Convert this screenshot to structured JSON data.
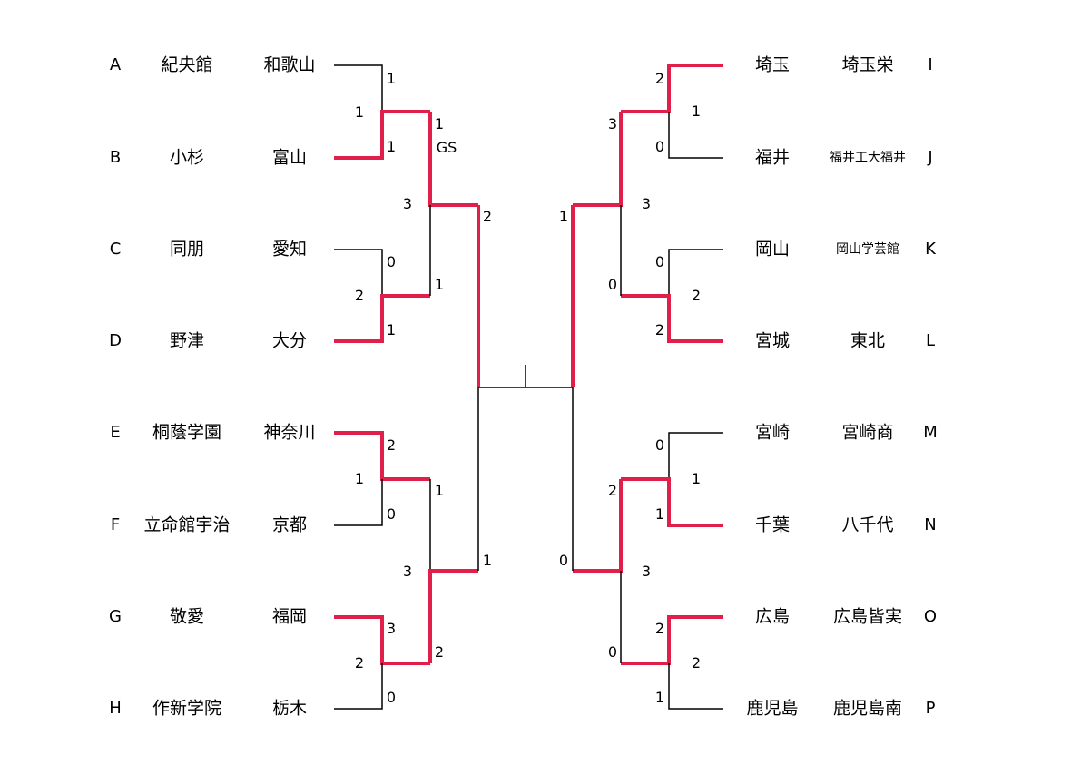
{
  "colors": {
    "winner": "#e0204a",
    "line": "#000000"
  },
  "left_teams": [
    {
      "letter": "A",
      "school": "紀央館",
      "prefecture": "和歌山"
    },
    {
      "letter": "B",
      "school": "小杉",
      "prefecture": "富山"
    },
    {
      "letter": "C",
      "school": "同朋",
      "prefecture": "愛知"
    },
    {
      "letter": "D",
      "school": "野津",
      "prefecture": "大分"
    },
    {
      "letter": "E",
      "school": "桐蔭学園",
      "prefecture": "神奈川"
    },
    {
      "letter": "F",
      "school": "立命館宇治",
      "prefecture": "京都"
    },
    {
      "letter": "G",
      "school": "敬愛",
      "prefecture": "福岡"
    },
    {
      "letter": "H",
      "school": "作新学院",
      "prefecture": "栃木"
    }
  ],
  "right_teams": [
    {
      "prefecture": "埼玉",
      "school": "埼玉栄",
      "letter": "I"
    },
    {
      "prefecture": "福井",
      "school": "福井工大福井",
      "letter": "J"
    },
    {
      "prefecture": "岡山",
      "school": "岡山学芸館",
      "letter": "K"
    },
    {
      "prefecture": "宮城",
      "school": "東北",
      "letter": "L"
    },
    {
      "prefecture": "宮崎",
      "school": "宮崎商",
      "letter": "M"
    },
    {
      "prefecture": "千葉",
      "school": "八千代",
      "letter": "N"
    },
    {
      "prefecture": "広島",
      "school": "広島皆実",
      "letter": "O"
    },
    {
      "prefecture": "鹿児島",
      "school": "鹿児島南",
      "letter": "P"
    }
  ],
  "scores": {
    "r1_left": [
      {
        "top": "1",
        "bottom": "1",
        "pk": "1"
      },
      {
        "top": "0",
        "bottom": "1",
        "pk": "2"
      },
      {
        "top": "2",
        "bottom": "0",
        "pk": "1"
      },
      {
        "top": "3",
        "bottom": "0",
        "pk": "2"
      }
    ],
    "r1_right": [
      {
        "top": "2",
        "bottom": "0",
        "pk": "1"
      },
      {
        "top": "0",
        "bottom": "2",
        "pk": "2"
      },
      {
        "top": "0",
        "bottom": "1",
        "pk": "1"
      },
      {
        "top": "2",
        "bottom": "1",
        "pk": "2"
      }
    ],
    "r2_left": [
      {
        "top": "1",
        "top_note": "GS",
        "bottom": "1",
        "pk": "3"
      },
      {
        "top": "1",
        "bottom": "2",
        "pk": "3"
      }
    ],
    "r2_right": [
      {
        "top": "3",
        "bottom": "0",
        "pk": "3"
      },
      {
        "top": "2",
        "bottom": "0",
        "pk": "3"
      }
    ],
    "r3_left": {
      "top": "2",
      "bottom": "1"
    },
    "r3_right": {
      "top": "1",
      "bottom": "0"
    }
  }
}
